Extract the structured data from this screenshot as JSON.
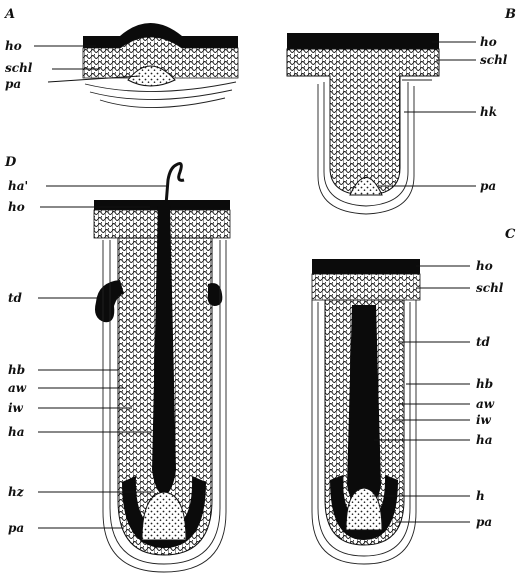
{
  "figure": {
    "panels": {
      "A": {
        "letter": "A",
        "labels": {
          "ho": "ho",
          "schl": "schl",
          "pa": "pa"
        }
      },
      "B": {
        "letter": "B",
        "labels": {
          "ho": "ho",
          "schl": "schl",
          "hk": "hk",
          "pa": "pa"
        }
      },
      "C": {
        "letter": "C",
        "labels": {
          "ho": "ho",
          "schl": "schl",
          "td": "td",
          "hb": "hb",
          "aw": "aw",
          "iw": "iw",
          "ha": "ha",
          "h": "h",
          "pa": "pa"
        }
      },
      "D": {
        "letter": "D",
        "labels": {
          "ha_prime": "ha'",
          "ho": "ho",
          "td": "td",
          "hb": "hb",
          "aw": "aw",
          "iw": "iw",
          "ha": "ha",
          "hz": "hz",
          "pa": "pa"
        }
      }
    },
    "colors": {
      "ink": "#0b0b0b",
      "paper": "#ffffff"
    }
  }
}
